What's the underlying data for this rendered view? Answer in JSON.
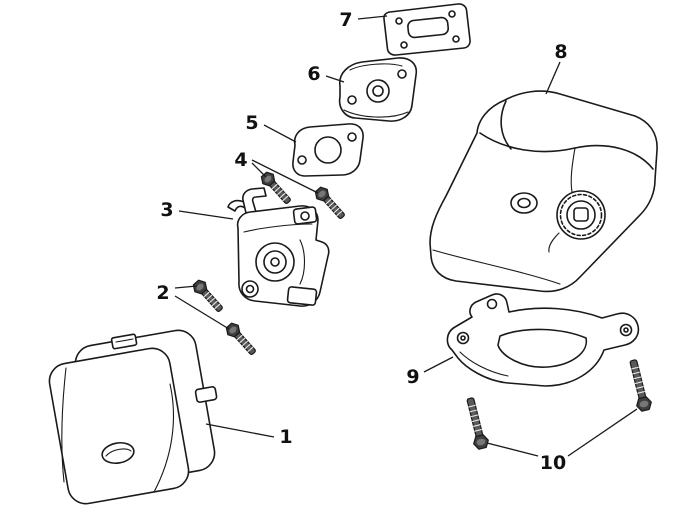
{
  "colors": {
    "background": "#ffffff",
    "line_art": "#1a1a1a"
  },
  "parts": [
    {
      "name": "air-filter-cover",
      "label": "1"
    },
    {
      "name": "cover-mounting-screws",
      "label": "2"
    },
    {
      "name": "carburetor",
      "label": "3"
    },
    {
      "name": "carburetor-screws",
      "label": "4"
    },
    {
      "name": "carburetor-gasket",
      "label": "5"
    },
    {
      "name": "insulator-block",
      "label": "6"
    },
    {
      "name": "intake-gasket-plate",
      "label": "7"
    },
    {
      "name": "fuel-tank",
      "label": "8"
    },
    {
      "name": "mounting-bracket",
      "label": "9"
    },
    {
      "name": "bracket-bolts",
      "label": "10"
    }
  ]
}
